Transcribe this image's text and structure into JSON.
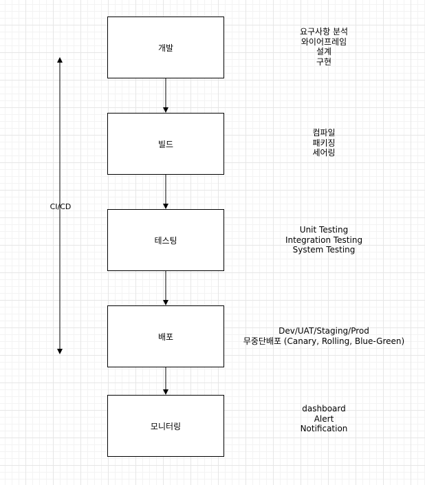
{
  "steps": [
    {
      "label": "개발",
      "notes": [
        "요구사항 분석",
        "와이어프레임",
        "설계",
        "구현"
      ]
    },
    {
      "label": "빌드",
      "notes": [
        "컴파일",
        "패키징",
        "세어링"
      ]
    },
    {
      "label": "테스팅",
      "notes": [
        "Unit Testing",
        "Integration Testing",
        "System Testing"
      ]
    },
    {
      "label": "배포",
      "notes": [
        "Dev/UAT/Staging/Prod",
        "무중단배포 (Canary, Rolling, Blue-Green)"
      ]
    },
    {
      "label": "모니터링",
      "notes": [
        "dashboard",
        "Alert",
        "Notification"
      ]
    }
  ],
  "span_label": "CI/CD",
  "colors": {
    "stroke": "#000000",
    "grid_major": "#e6e6e6",
    "grid_minor": "#f3f3f3",
    "background": "#ffffff"
  }
}
